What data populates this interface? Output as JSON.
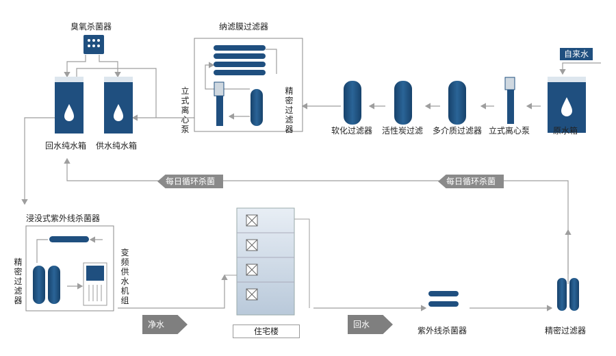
{
  "labels": {
    "ozone": "臭氧杀菌器",
    "nf": "纳滤膜过滤器",
    "tap_water": "自来水",
    "return_tank": "回水纯水箱",
    "supply_tank": "供水纯水箱",
    "pump_top": "立式离心泵",
    "precision_top": "精密过滤器",
    "softener": "软化过滤器",
    "carbon": "活性炭过滤",
    "multimedia": "多介质过滤器",
    "pump_right": "立式离心泵",
    "raw_tank": "原水箱",
    "daily_left": "每日循环杀菌",
    "daily_right": "每日循环杀菌",
    "immersion_uv": "浸没式紫外线杀菌器",
    "precision_left": "精密过滤器",
    "vfd": "变频供水机组",
    "clean_water": "净水",
    "building": "住宅楼",
    "return_water": "回水",
    "uv": "紫外线杀菌器",
    "precision_right": "精密过滤器"
  },
  "colors": {
    "tank": "#1f4f7f",
    "line": "#9e9e9e",
    "chevron": "#8a8a8a"
  }
}
